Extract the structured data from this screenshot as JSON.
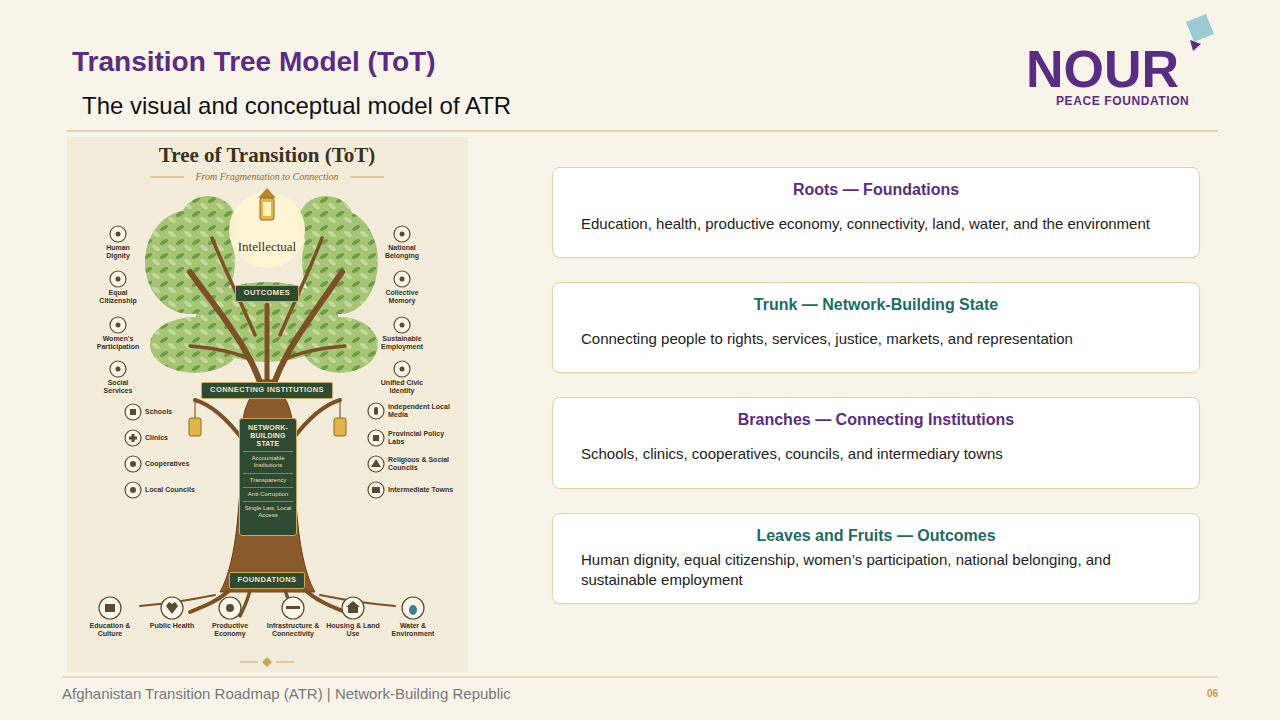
{
  "diagram": {
    "title": "Transition Tree Model (ToT)",
    "nodes": [
      {
        "text": [
          "OUTCOMES"
        ]
      },
      {
        "text": [
          "CONNECTING INSTITUTIONS"
        ]
      },
      {
        "text": [
          "NETWORK-BUILDING STATE",
          "Accountable Institutions",
          "Transparency",
          "Anti-Corruption",
          "Single Law, Local Access"
        ]
      },
      {
        "text": [
          "FOUNDATIONS"
        ]
      },
      {
        "text": [
          "Roots — Foundations",
          "Education, health, productive economy, connectivity, land, water, and the environment"
        ]
      },
      {
        "text": [
          "Trunk — Network-Building State",
          "Connecting people to rights, services, justice, markets, and representation"
        ]
      },
      {
        "text": [
          "Branches — Connecting Institutions",
          "Schools, clinics, cooperatives, councils, and intermediary towns"
        ]
      },
      {
        "text": [
          "Leaves and Fruits — Outcomes",
          "Human dignity, equal citizenship, women’s participation, national belonging, and sustainable employment"
        ]
      }
    ],
    "labels": [
      "The visual and conceptual model of ATR",
      "NOUR",
      "PEACE FOUNDATION",
      "Tree of Transition (ToT)",
      "From Fragmentation to Connection",
      "Intellectual",
      "Human Dignity",
      "Equal Citizenship",
      "Women's Participation",
      "Social Services",
      "National Belonging",
      "Collective Memory",
      "Sustainable Employment",
      "Unified Civic Identity",
      "Schools",
      "Clinics",
      "Cooperatives",
      "Local Councils",
      "Independent Local Media",
      "Provincial Policy Labs",
      "Religious & Social Councils",
      "Intermediate Towns",
      "Education & Culture",
      "Public Health",
      "Productive Economy",
      "Infrastructure & Connectivity",
      "Housing & Land Use",
      "Water & Environment",
      "Afghanistan Transition Roadmap (ATR) | Network-Building Republic",
      "06"
    ]
  }
}
